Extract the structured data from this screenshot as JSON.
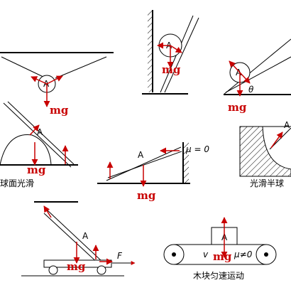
{
  "labels": {
    "mg": "mg",
    "A": "A",
    "theta": "θ",
    "mu_zero": "μ = 0",
    "F": "F",
    "v": "v",
    "mu_nonzero": "μ≠0"
  },
  "captions": {
    "sphere_smooth": "球面光滑",
    "smooth_semicircle": "光滑半球",
    "block_uniform": "木块匀速运动"
  },
  "colors": {
    "force_arrow": "#c80000",
    "mg_text": "#c80000",
    "line": "#000000"
  }
}
